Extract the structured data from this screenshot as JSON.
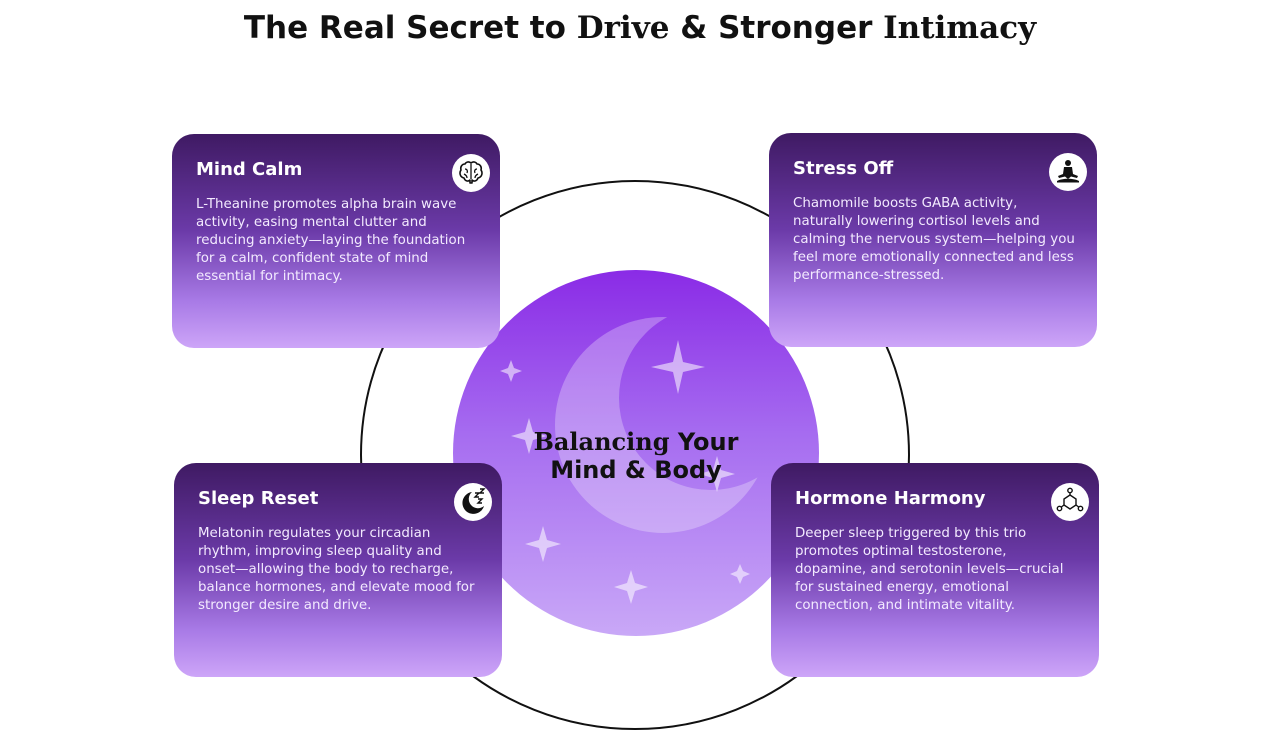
{
  "header": {
    "title_part1": "The Real Secret to ",
    "title_fancy1": "Drive",
    "title_part2": " & Stronger ",
    "title_fancy2": "Intimacy"
  },
  "center": {
    "line1_fancy": "Balancing",
    "line1_rest": " Your",
    "line2": "Mind & Body"
  },
  "cards": [
    {
      "title": "Mind Calm",
      "icon": "brain-icon",
      "text": "L-Theanine promotes alpha brain wave activity, easing mental clutter and reducing anxiety—laying the foundation for a calm, confident state of mind essential for intimacy."
    },
    {
      "title": "Stress Off",
      "icon": "meditation-icon",
      "text": "Chamomile boosts GABA activity, naturally lowering cortisol levels and calming the nervous system—helping you feel more emotionally connected and less performance-stressed."
    },
    {
      "title": "Sleep Reset",
      "icon": "sleep-moon-icon",
      "text": "Melatonin regulates your circadian rhythm, improving sleep quality and onset—allowing the body to recharge, balance hormones, and elevate mood for stronger desire and drive."
    },
    {
      "title": "Hormone Harmony",
      "icon": "molecule-icon",
      "text": "Deeper sleep triggered by this trio promotes optimal testosterone, dopamine, and serotonin levels—crucial for sustained energy, emotional connection, and intimate vitality."
    }
  ],
  "colors": {
    "card_top": "#3f1a63",
    "card_bottom": "#cda5f8",
    "center_top": "#8a2be6",
    "center_bottom": "#c9a8f7",
    "ring": "#111111"
  }
}
